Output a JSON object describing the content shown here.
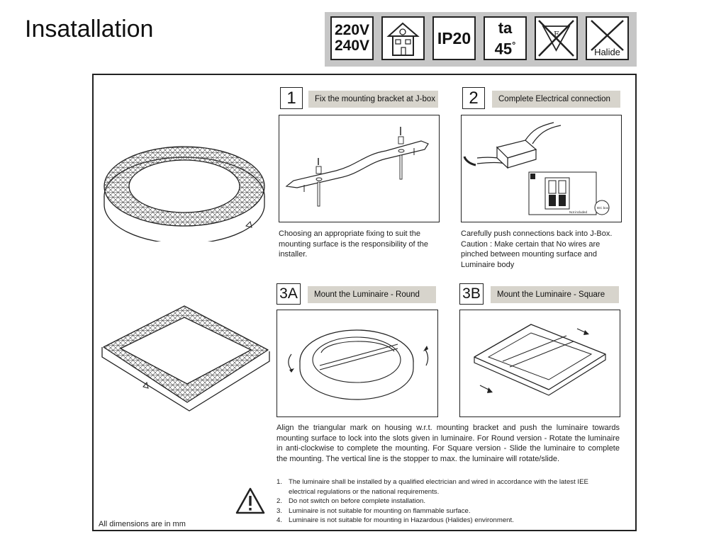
{
  "page": {
    "title": "Insatallation"
  },
  "icons": {
    "voltage_top": "220V",
    "voltage_bottom": "240V",
    "indoor_icon": "house-indoor-icon",
    "ip_rating": "IP20",
    "ta_label": "ta",
    "ta_value": "45",
    "ta_unit": "°",
    "not_flammable_icon": "no-flammable-surface-icon",
    "halide_label": "Halide"
  },
  "steps": [
    {
      "number": "1",
      "title": "Fix the mounting bracket at J-box",
      "note": "Choosing an appropriate fixing to suit the mounting surface is the responsibility of the installer."
    },
    {
      "number": "2",
      "title": "Complete Electrical connection",
      "note": "Carefully push connections back into J-Box. Caution : Make certain that No wires are pinched between mounting surface and Luminaire body",
      "inset_text": "Not included",
      "inset_badge": "IEC box"
    },
    {
      "number": "3A",
      "title": "Mount the Luminaire - Round"
    },
    {
      "number": "3B",
      "title": "Mount the Luminaire - Square"
    }
  ],
  "instructions": "Align the triangular mark on housing w.r.t. mounting bracket and push the luminaire towards mounting surface to lock into the slots given in luminaire. For Round version - Rotate the luminaire in anti-clockwise to complete the mounting. For Square version - Slide the luminaire to complete the mounting. The vertical line is the stopper to max. the luminaire will rotate/slide.",
  "warnings": [
    {
      "n": "1.",
      "text": "The luminaire shall be installed by a qualified electrician and wired in accordance with the latest IEE electrical regulations or the national requirements."
    },
    {
      "n": "2.",
      "text": "Do not switch on before complete installation."
    },
    {
      "n": "3.",
      "text": "Luminaire is not suitable for mounting on flammable surface."
    },
    {
      "n": "4.",
      "text": "Luminaire is not suitable for mounting in Hazardous (Halides) environment."
    }
  ],
  "footer": {
    "dimensions": "All dimensions are in mm"
  },
  "colors": {
    "label_bg": "#d7d4cc",
    "icon_strip_bg": "#c6c6c6"
  }
}
